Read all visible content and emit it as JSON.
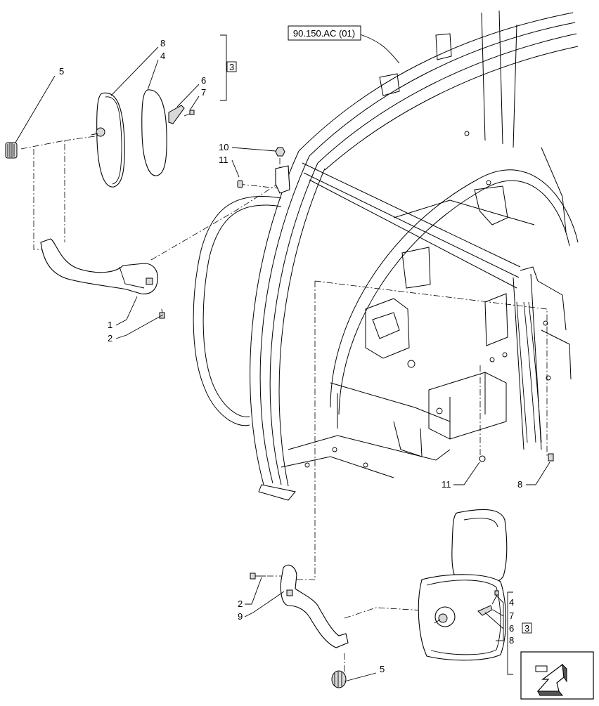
{
  "reference": "90.150.AC (01)",
  "callouts": {
    "top_left_5": "5",
    "top_left_8": "8",
    "top_left_4": "4",
    "top_left_6": "6",
    "top_left_7": "7",
    "top_left_kit": "3",
    "left_1": "1",
    "left_2": "2",
    "upper_10": "10",
    "upper_11": "11",
    "mid_11": "11",
    "mid_8": "8",
    "bottom_2": "2",
    "bottom_9": "9",
    "bottom_5": "5",
    "bottom_4": "4",
    "bottom_7": "7",
    "bottom_6": "6",
    "bottom_8": "8",
    "bottom_kit": "3"
  },
  "nav_icon": "next-page-arrow-icon"
}
